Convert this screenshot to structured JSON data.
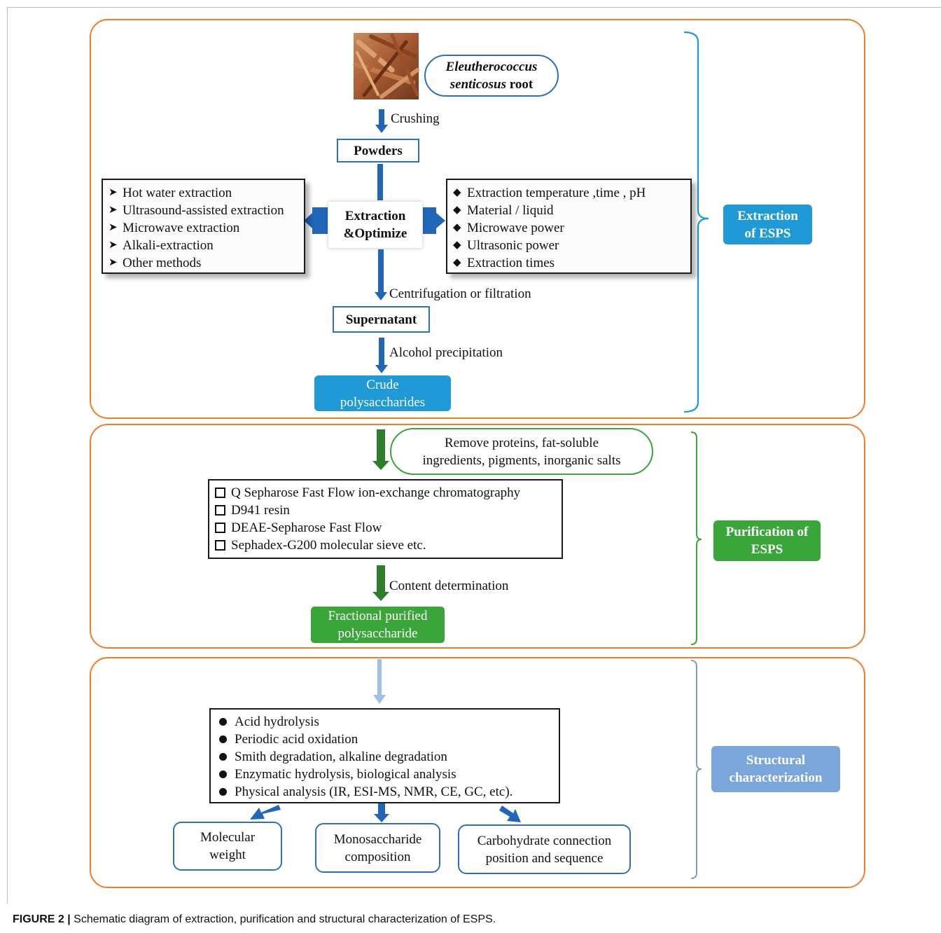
{
  "figure": {
    "caption_label": "FIGURE 2 |",
    "caption_text": " Schematic diagram of extraction, purification and structural characterization of ESPS."
  },
  "extraction": {
    "source_line1": "Eleutherococcus",
    "source_line2a": "senticosus",
    "source_line2b": " root",
    "step_crushing": "Crushing",
    "node_powders": "Powders",
    "node_extraction_line1": "Extraction",
    "node_extraction_line2": "&Optimize",
    "methods": [
      "Hot water extraction",
      "Ultrasound-assisted extraction",
      "Microwave extraction",
      "Alkali-extraction",
      "Other methods"
    ],
    "parameters": [
      "Extraction temperature ,time , pH",
      "Material / liquid",
      "Microwave power",
      "Ultrasonic power",
      "Extraction times"
    ],
    "step_centrifugation": "Centrifugation or filtration",
    "node_supernatant": "Supernatant",
    "step_alcohol": "Alcohol precipitation",
    "node_crude_line1": "Crude",
    "node_crude_line2": "polysaccharides",
    "side_label_line1": "Extraction",
    "side_label_line2": "of ESPS"
  },
  "purification": {
    "remove_line1": "Remove proteins, fat-soluble",
    "remove_line2": "ingredients, pigments, inorganic salts",
    "methods": [
      "Q Sepharose Fast Flow ion-exchange chromatography",
      "D941 resin",
      "DEAE-Sepharose Fast Flow",
      "Sephadex-G200 molecular sieve  etc."
    ],
    "step_content": "Content determination",
    "node_fraction_line1": "Fractional purified",
    "node_fraction_line2": "polysaccharide",
    "side_label_line1": "Purification  of",
    "side_label_line2": "ESPS"
  },
  "structural": {
    "methods": [
      "Acid hydrolysis",
      "Periodic acid oxidation",
      "Smith degradation, alkaline degradation",
      "Enzymatic hydrolysis, biological analysis",
      "Physical analysis (IR, ESI-MS, NMR, CE, GC, etc)."
    ],
    "output_mw_line1": "Molecular",
    "output_mw_line2": "weight",
    "output_mono_line1": "Monosaccharide",
    "output_mono_line2": "composition",
    "output_carb_line1": "Carbohydrate connection",
    "output_carb_line2": "position and sequence",
    "side_label_line1": "Structural",
    "side_label_line2": "characterization"
  },
  "colors": {
    "section_border": "#f07d2a",
    "extraction_blue": "#1f9ad6",
    "purification_green": "#3aa63a",
    "structural_blue": "#7aa6dc",
    "arrow_blue": "#2166b8",
    "arrow_green": "#2f7d2c",
    "arrow_light_blue": "#9fc0e6"
  }
}
